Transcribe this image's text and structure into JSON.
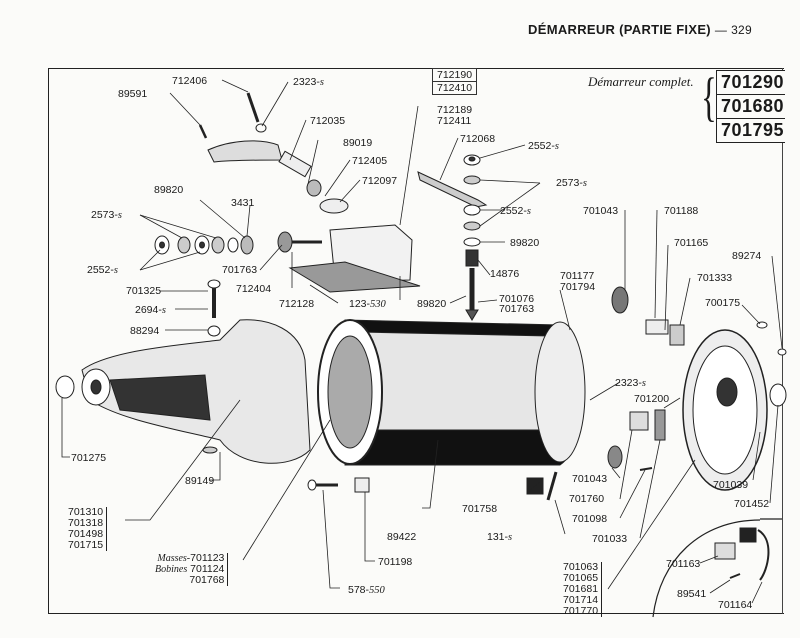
{
  "header": {
    "title": "DÉMARREUR (PARTIE FIXE)",
    "separator": "—",
    "page_number": "329"
  },
  "complete_assembly": {
    "label": "Démarreur complet.",
    "part_numbers": [
      "701290",
      "701680",
      "701795"
    ]
  },
  "reference_box": {
    "numbers": [
      "712190",
      "712410"
    ]
  },
  "labels": {
    "l712406": "712406",
    "l89591": "89591",
    "l2323_top": "2323-",
    "l2323_top_s": "s",
    "l712035": "712035",
    "l89019": "89019",
    "l712405": "712405",
    "l712097": "712097",
    "l712189": "712189",
    "l712411": "712411",
    "l712068": "712068",
    "l2552_a": "2552-",
    "l2552_a_s": "s",
    "l2573_r": "2573-",
    "l2573_r_s": "s",
    "l2552_b": "2552-",
    "l2552_b_s": "s",
    "l89820_r": "89820",
    "l89820_l": "89820",
    "l3431": "3431",
    "l2573_l": "2573-",
    "l2573_l_s": "s",
    "l2552_l": "2552-",
    "l2552_l_s": "s",
    "l701763": "701763",
    "l712404": "712404",
    "l701325": "701325",
    "l2694": "2694-",
    "l2694_s": "s",
    "l88294": "88294",
    "l712128": "712128",
    "l123_530": "123-",
    "l123_530_s": "530",
    "l14876": "14876",
    "l89820_c": "89820",
    "l701076": "701076",
    "l701763b": "701763",
    "l701177": "701177",
    "l701794": "701794",
    "l701043_t": "701043",
    "l701188": "701188",
    "l701165": "701165",
    "l701333": "701333",
    "l89274": "89274",
    "l700175": "700175",
    "l2323_r": "2323-",
    "l2323_r_s": "s",
    "l701200": "701200",
    "l701275": "701275",
    "l89149": "89149",
    "l701043_b": "701043",
    "l701760": "701760",
    "l701098": "701098",
    "l701033": "701033",
    "l701039": "701039",
    "l701452": "701452",
    "l701758": "701758",
    "l131_s": "131-",
    "l131_s_s": "s",
    "l89422": "89422",
    "l701198": "701198",
    "l578_550": "578-",
    "l578_550_s": "550",
    "l701163": "701163",
    "l89541": "89541",
    "l701164": "701164"
  },
  "stacks": {
    "housing": [
      "701310",
      "701318",
      "701498",
      "701715"
    ],
    "masses_label": "Masses-",
    "bobines_label": "Bobines",
    "coils": [
      "701123",
      "701124",
      "701768"
    ],
    "endplate": [
      "701063",
      "701065",
      "701681",
      "701714",
      "701770"
    ]
  }
}
